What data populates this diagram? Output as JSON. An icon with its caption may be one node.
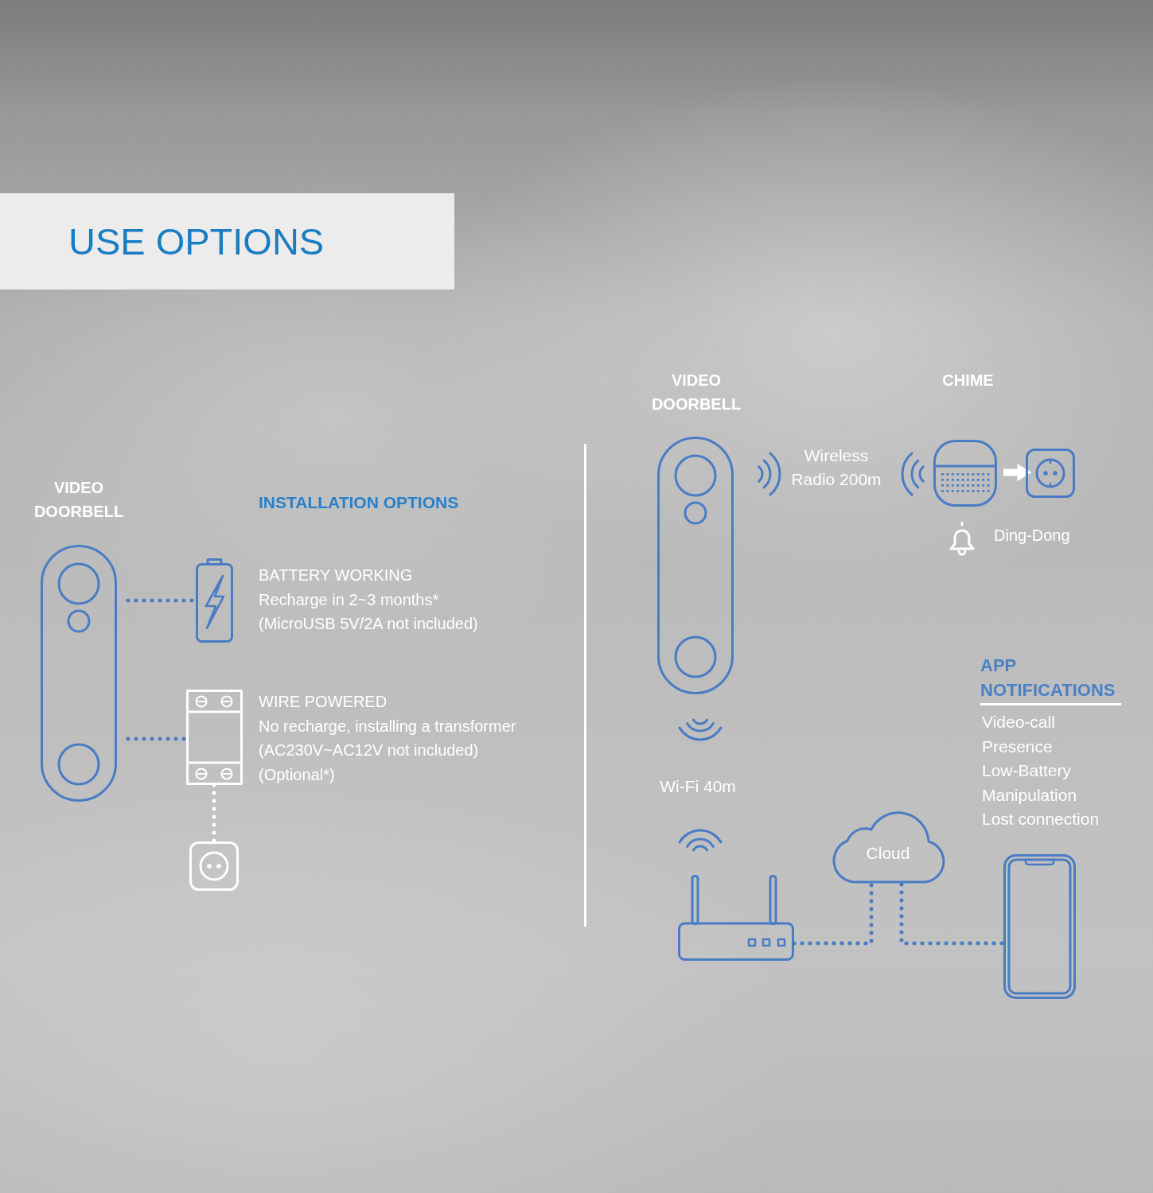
{
  "diagram": {
    "title": "USE OPTIONS",
    "nodes": [
      {
        "text": [
          "VIDEO DOORBELL"
        ]
      },
      {
        "text": [],
        "shape": "picture",
        "beside": [
          "BATTERY WORKING",
          "Recharge in 2~3 months*",
          "(MicroUSB 5V/2A not included)"
        ]
      },
      {
        "text": [],
        "shape": "picture",
        "beside": [
          "WIRE POWERED",
          "No recharge, installing a transformer",
          "(AC230V~AC12V not included)",
          "(Optional*)"
        ]
      },
      {
        "text": [],
        "shape": "picture"
      },
      {
        "text": [
          "VIDEO DOORBELL"
        ]
      },
      {
        "text": [
          "CHIME"
        ],
        "beside": [
          "Ding-Dong"
        ]
      },
      {
        "text": [],
        "shape": "picture"
      },
      {
        "text": [],
        "shape": "picture"
      },
      {
        "text": [
          "Cloud"
        ]
      },
      {
        "text": [],
        "shape": "picture"
      }
    ],
    "edges": [
      {
        "from": 0,
        "to": 1,
        "arrow": "none",
        "style": "dashed"
      },
      {
        "from": 0,
        "to": 2,
        "arrow": "none",
        "style": "dashed"
      },
      {
        "from": 2,
        "to": 3,
        "arrow": "none",
        "style": "dashed",
        "color": "#ffffff"
      },
      {
        "from": 5,
        "to": 6,
        "arrow": "to",
        "style": "thick",
        "color": "#ffffff"
      },
      {
        "from": 7,
        "to": 8,
        "arrow": "none",
        "style": "dashed"
      },
      {
        "from": 8,
        "to": 9,
        "arrow": "none",
        "style": "dashed"
      }
    ],
    "labels": [
      "INSTALLATION OPTIONS",
      "Wireless Radio 200m",
      "Wi-Fi 40m",
      "APP NOTIFICATIONS",
      "Video-call",
      "Presence",
      "Low-Battery",
      "Manipulation",
      "Lost connection"
    ]
  }
}
